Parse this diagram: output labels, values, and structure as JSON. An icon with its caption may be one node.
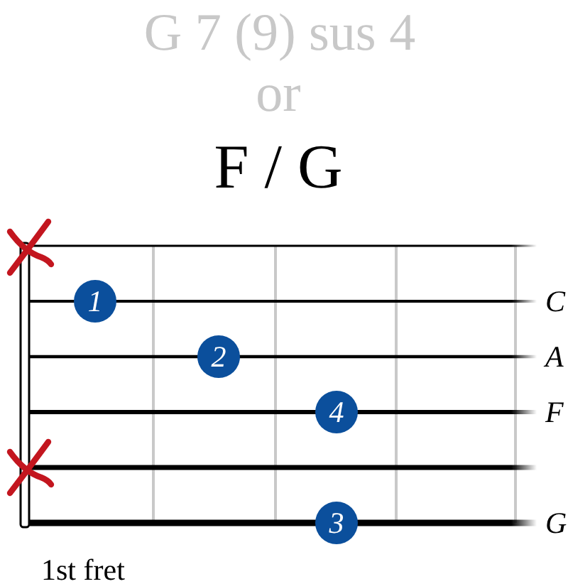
{
  "diagram": {
    "title": "G 7 (9) sus 4",
    "nodes": [
      {
        "text": [
          "1"
        ]
      },
      {
        "text": [
          "2"
        ]
      },
      {
        "text": [
          "4"
        ]
      },
      {
        "text": [
          "3"
        ]
      }
    ],
    "labels": [
      "or",
      "F / G",
      "C",
      "A",
      "F",
      "G",
      "1st fret"
    ]
  }
}
